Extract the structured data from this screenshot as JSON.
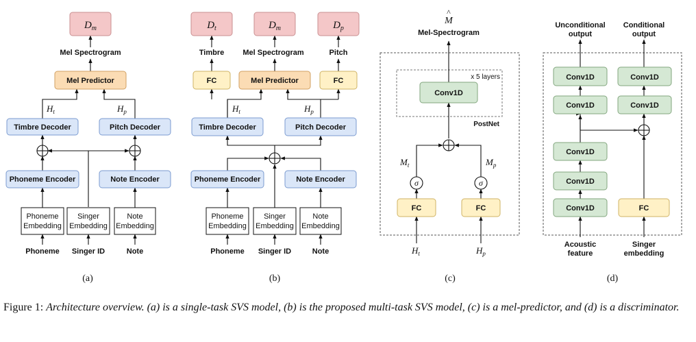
{
  "colors": {
    "disc": "#f4c7c8",
    "disc_stroke": "#c98f91",
    "blue": "#dae6f8",
    "blue_stroke": "#7b9bd0",
    "orange": "#fbdcb4",
    "orange_stroke": "#d2a163",
    "yellow": "#fff1c6",
    "yellow_stroke": "#cfb365",
    "green": "#d5e8d4",
    "green_stroke": "#82a67e"
  },
  "a": {
    "dm": "D",
    "dm_sub": "m",
    "mel_label": "Mel Spectrogram",
    "mel_predictor": "Mel Predictor",
    "ht": "H",
    "ht_sub": "t",
    "hp": "H",
    "hp_sub": "p",
    "timbre_decoder": "Timbre Decoder",
    "pitch_decoder": "Pitch Decoder",
    "phoneme_encoder": "Phoneme Encoder",
    "note_encoder": "Note Encoder",
    "phoneme_emb": [
      "Phoneme",
      "Embedding"
    ],
    "singer_emb": [
      "Singer",
      "Embedding"
    ],
    "note_emb": [
      "Note",
      "Embedding"
    ],
    "in_phoneme": "Phoneme",
    "in_singer": "Singer ID",
    "in_note": "Note",
    "label": "(a)"
  },
  "b": {
    "dt": "D",
    "dt_sub": "t",
    "dm": "D",
    "dm_sub": "m",
    "dp": "D",
    "dp_sub": "p",
    "timbre": "Timbre",
    "mel_label": "Mel Spectrogram",
    "pitch": "Pitch",
    "fc": "FC",
    "mel_predictor": "Mel Predictor",
    "ht": "H",
    "ht_sub": "t",
    "hp": "H",
    "hp_sub": "p",
    "timbre_decoder": "Timbre Decoder",
    "pitch_decoder": "Pitch Decoder",
    "phoneme_encoder": "Phoneme Encoder",
    "note_encoder": "Note Encoder",
    "phoneme_emb": [
      "Phoneme",
      "Embedding"
    ],
    "singer_emb": [
      "Singer",
      "Embedding"
    ],
    "note_emb": [
      "Note",
      "Embedding"
    ],
    "in_phoneme": "Phoneme",
    "in_singer": "Singer ID",
    "in_note": "Note",
    "label": "(b)"
  },
  "c": {
    "m_hat": "M",
    "m_hat_accent": "^",
    "mel_label": "Mel-Spectrogram",
    "layers": "x 5 layers",
    "conv1d": "Conv1D",
    "postnet": "PostNet",
    "mt": "M",
    "mt_sub": "t",
    "mp": "M",
    "mp_sub": "p",
    "sigma": "σ",
    "fc": "FC",
    "ht": "H",
    "ht_sub": "t",
    "hp": "H",
    "hp_sub": "p",
    "label": "(c)"
  },
  "d": {
    "uncond": [
      "Unconditional",
      "output"
    ],
    "cond": [
      "Conditional",
      "output"
    ],
    "conv1d": "Conv1D",
    "fc": "FC",
    "acoustic": [
      "Acoustic",
      "feature"
    ],
    "singer": [
      "Singer",
      "embedding"
    ],
    "label": "(d)"
  },
  "caption": {
    "prefix": "Figure 1: ",
    "text": "Architecture overview. (a) is a single-task SVS model, (b) is the proposed multi-task SVS model, (c) is a mel-predictor, and (d) is a discriminator."
  }
}
